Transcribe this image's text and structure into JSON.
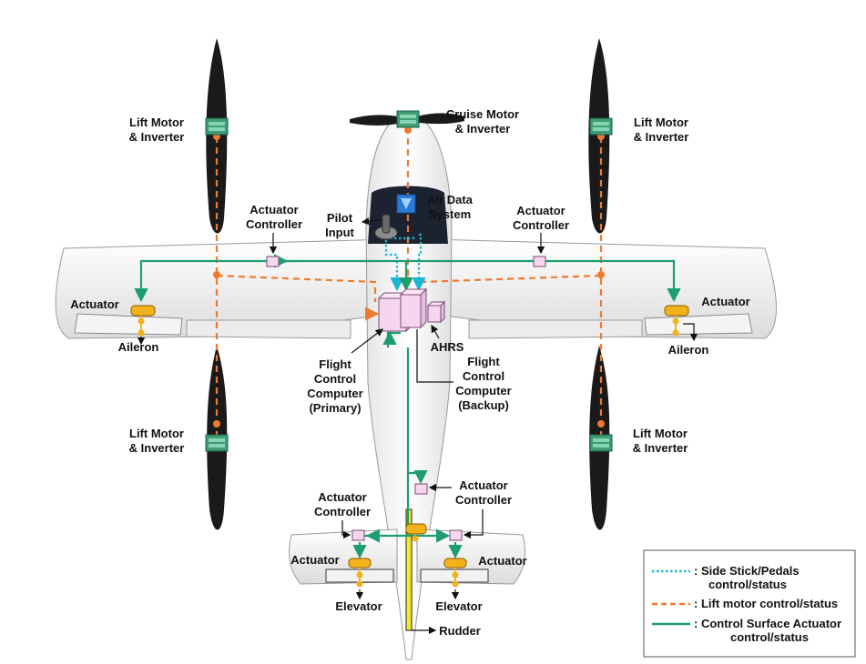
{
  "labels": {
    "lift_motor_tl": [
      "Lift Motor",
      "& Inverter"
    ],
    "lift_motor_tr": [
      "Lift Motor",
      "& Inverter"
    ],
    "lift_motor_bl": [
      "Lift Motor",
      "& Inverter"
    ],
    "lift_motor_br": [
      "Lift Motor",
      "& Inverter"
    ],
    "cruise_motor": [
      "Cruise Motor",
      "& Inverter"
    ],
    "air_data": [
      "Air Data",
      "System"
    ],
    "pilot_input": [
      "Pilot",
      "Input"
    ],
    "actuator_controller_left": [
      "Actuator",
      "Controller"
    ],
    "actuator_controller_right": [
      "Actuator",
      "Controller"
    ],
    "actuator_left": "Actuator",
    "actuator_right": "Actuator",
    "aileron_left": "Aileron",
    "aileron_right": "Aileron",
    "ahrs": "AHRS",
    "fcc_primary": [
      "Flight",
      "Control",
      "Computer",
      "(Primary)"
    ],
    "fcc_backup": [
      "Flight",
      "Control",
      "Computer",
      "(Backup)"
    ],
    "actuator_controller_tail_right": [
      "Actuator",
      "Controller"
    ],
    "actuator_controller_tail_left": [
      "Actuator",
      "Controller"
    ],
    "actuator_tail_left": "Actuator",
    "actuator_tail_right": "Actuator",
    "elevator_left": "Elevator",
    "elevator_right": "Elevator",
    "rudder": "Rudder"
  },
  "legend": {
    "items": [
      {
        "style": "dotted",
        "color": "#1fb3d6",
        "lines": [
          ": Side Stick/Pedals",
          "control/status"
        ]
      },
      {
        "style": "dashed",
        "color": "#ef7a2e",
        "lines": [
          ": Lift motor control/status"
        ]
      },
      {
        "style": "solid",
        "color": "#1e9e6e",
        "lines": [
          ": Control Surface Actuator",
          "control/status"
        ]
      }
    ]
  },
  "colors": {
    "side_stick": "#1fb3d6",
    "lift_motor": "#ef7a2e",
    "actuator_line": "#1e9e6e",
    "controller_box": "#f6d6ef",
    "actuator_body": "#f2b21a",
    "motor_box": "#3f9c73"
  }
}
